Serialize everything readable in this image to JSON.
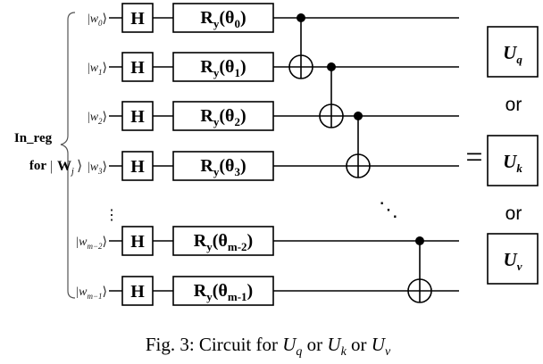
{
  "register": {
    "line1": "In_reg",
    "line2_prefix": "for",
    "line2_ket": "W",
    "line2_ket_sub": "j"
  },
  "qubits": [
    {
      "ket": "w",
      "sub": "0",
      "hadamard": "H",
      "gate": "R",
      "gate_sub": "y",
      "gate_arg": "(θ",
      "gate_arg_sub": "0",
      "gate_close": ")"
    },
    {
      "ket": "w",
      "sub": "1",
      "hadamard": "H",
      "gate": "R",
      "gate_sub": "y",
      "gate_arg": "(θ",
      "gate_arg_sub": "1",
      "gate_close": ")"
    },
    {
      "ket": "w",
      "sub": "2",
      "hadamard": "H",
      "gate": "R",
      "gate_sub": "y",
      "gate_arg": "(θ",
      "gate_arg_sub": "2",
      "gate_close": ")"
    },
    {
      "ket": "w",
      "sub": "3",
      "hadamard": "H",
      "gate": "R",
      "gate_sub": "y",
      "gate_arg": "(θ",
      "gate_arg_sub": "3",
      "gate_close": ")"
    },
    {
      "ket": "w",
      "sub": "m−2",
      "hadamard": "H",
      "gate": "R",
      "gate_sub": "y",
      "gate_arg": "(θ",
      "gate_arg_sub": "m-2",
      "gate_close": ")"
    },
    {
      "ket": "w",
      "sub": "m−1",
      "hadamard": "H",
      "gate": "R",
      "gate_sub": "y",
      "gate_arg": "(θ",
      "gate_arg_sub": "m-1",
      "gate_close": ")"
    }
  ],
  "ellipsis_vertical": "⋮",
  "ellipsis_diagonal": "⋱",
  "equals": "=",
  "operators": [
    {
      "letter": "U",
      "sub": "q"
    },
    {
      "letter": "U",
      "sub": "k"
    },
    {
      "letter": "U",
      "sub": "v"
    }
  ],
  "or_label": "or",
  "caption": {
    "prefix": "Fig. 3: Circuit for ",
    "op": "U",
    "sub_q": "q",
    "sub_k": "k",
    "sub_v": "v",
    "or_word": " or "
  }
}
